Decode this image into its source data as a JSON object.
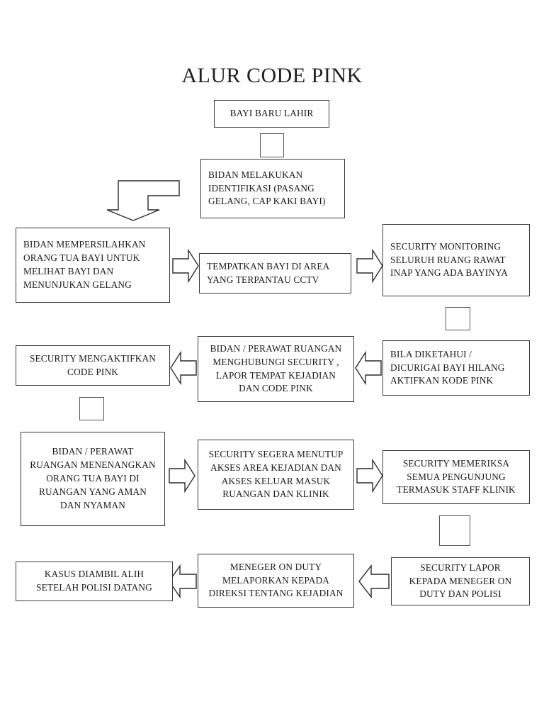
{
  "diagram": {
    "title": "ALUR CODE PINK",
    "type": "flowchart",
    "nodes": [
      {
        "id": "n1",
        "name": "bayi-baru-lahir",
        "align": "center",
        "lines": [
          "BAYI BARU LAHIR"
        ]
      },
      {
        "id": "n2",
        "name": "bidan-identifikasi",
        "align": "left",
        "lines": [
          "BIDAN MELAKUKAN",
          "IDENTIFIKASI (PASANG",
          "GELANG, CAP KAKI BAYI)"
        ]
      },
      {
        "id": "n3",
        "name": "bidan-mempersilahkan-orang-tua",
        "align": "left",
        "lines": [
          "BIDAN MEMPERSILAHKAN",
          "ORANG TUA BAYI UNTUK",
          "MELIHAT BAYI DAN",
          "MENUNJUKAN GELANG"
        ]
      },
      {
        "id": "n4",
        "name": "tempatkan-bayi-area-cctv",
        "align": "left",
        "lines": [
          "TEMPATKAN BAYI DI AREA",
          "YANG TERPANTAU CCTV"
        ]
      },
      {
        "id": "n5",
        "name": "security-monitoring-ruang-rawat",
        "align": "left",
        "lines": [
          "SECURITY MONITORING",
          "SELURUH RUANG RAWAT",
          "INAP YANG ADA BAYINYA"
        ]
      },
      {
        "id": "n6",
        "name": "bila-diketahui-bayi-hilang",
        "align": "left",
        "lines": [
          "BILA DIKETAHUI /",
          "DICURIGAI BAYI HILANG",
          "AKTIFKAN KODE PINK"
        ]
      },
      {
        "id": "n7",
        "name": "bidan-perawat-menghubungi-security",
        "align": "center",
        "lines": [
          "BIDAN / PERAWAT RUANGAN",
          "MENGHUBUNGI SECURITY ,",
          "LAPOR TEMPAT KEJADIAN",
          "DAN CODE PINK"
        ]
      },
      {
        "id": "n8",
        "name": "security-mengaktifkan-code-pink",
        "align": "center",
        "lines": [
          "SECURITY MENGAKTIFKAN",
          "CODE PINK"
        ]
      },
      {
        "id": "n9",
        "name": "bidan-perawat-menenangkan-orang-tua",
        "align": "center",
        "lines": [
          "BIDAN / PERAWAT",
          "RUANGAN MENENANGKAN",
          "ORANG TUA BAYI DI",
          "RUANGAN YANG AMAN",
          "DAN NYAMAN"
        ]
      },
      {
        "id": "n10",
        "name": "security-menutup-akses",
        "align": "center",
        "lines": [
          "SECURITY SEGERA MENUTUP",
          "AKSES AREA KEJADIAN DAN",
          "AKSES KELUAR MASUK",
          "RUANGAN DAN KLINIK"
        ]
      },
      {
        "id": "n11",
        "name": "security-memeriksa-pengunjung",
        "align": "center",
        "lines": [
          "SECURITY MEMERIKSA",
          "SEMUA PENGUNJUNG",
          "TERMASUK STAFF KLINIK"
        ]
      },
      {
        "id": "n12",
        "name": "security-lapor-meneger-polisi",
        "align": "center",
        "lines": [
          "SECURITY LAPOR",
          "KEPADA MENEGER ON",
          "DUTY DAN POLISI"
        ]
      },
      {
        "id": "n13",
        "name": "meneger-melaporkan-direksi",
        "align": "center",
        "lines": [
          "MENEGER ON DUTY",
          "MELAPORKAN KEPADA",
          "DIREKSI TENTANG KEJADIAN"
        ]
      },
      {
        "id": "n14",
        "name": "kasus-diambil-alih-polisi",
        "align": "center",
        "lines": [
          "KASUS DIAMBIL ALIH",
          "SETELAH POLISI DATANG"
        ]
      }
    ],
    "connectors": [
      {
        "name": "connector-n1-to-n2",
        "kind": "rect"
      },
      {
        "name": "connector-n2-to-n3",
        "kind": "elbow-down"
      },
      {
        "name": "connector-n3-to-n4",
        "kind": "arrow-right"
      },
      {
        "name": "connector-n4-to-n5",
        "kind": "arrow-right"
      },
      {
        "name": "connector-n5-to-n6",
        "kind": "square"
      },
      {
        "name": "connector-n6-to-n7",
        "kind": "arrow-left"
      },
      {
        "name": "connector-n7-to-n8",
        "kind": "arrow-left"
      },
      {
        "name": "connector-n8-to-n9",
        "kind": "square"
      },
      {
        "name": "connector-n9-to-n10",
        "kind": "arrow-right"
      },
      {
        "name": "connector-n10-to-n11",
        "kind": "arrow-right"
      },
      {
        "name": "connector-n11-to-n12",
        "kind": "rect"
      },
      {
        "name": "connector-n12-to-n13",
        "kind": "arrow-left"
      },
      {
        "name": "connector-n13-to-n14",
        "kind": "arrow-left"
      }
    ]
  }
}
